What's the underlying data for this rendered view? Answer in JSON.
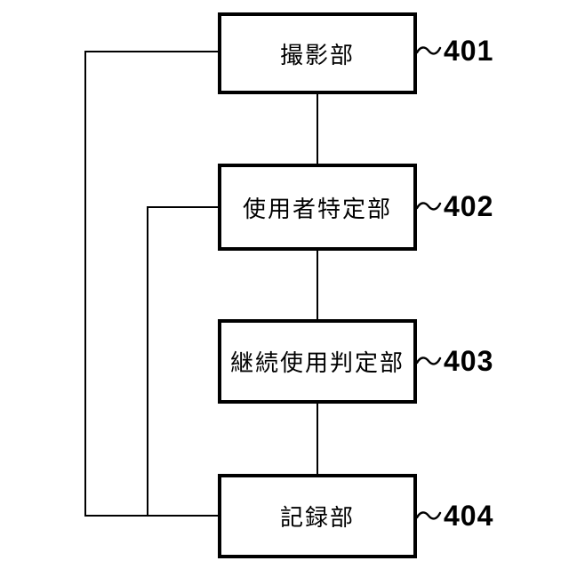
{
  "figure": {
    "type": "block-diagram",
    "background_color": "#ffffff",
    "line_color": "#000000",
    "blocks": [
      {
        "label": "撮影部",
        "ref": "401"
      },
      {
        "label": "使用者特定部",
        "ref": "402"
      },
      {
        "label": "継続使用判定部",
        "ref": "403"
      },
      {
        "label": "記録部",
        "ref": "404"
      }
    ],
    "connections": [
      {
        "from": "401",
        "to": "402",
        "style": "vertical-center"
      },
      {
        "from": "402",
        "to": "403",
        "style": "vertical-center"
      },
      {
        "from": "403",
        "to": "404",
        "style": "vertical-center"
      },
      {
        "from": "401",
        "to": "404",
        "style": "left-route-outer"
      },
      {
        "from": "402",
        "to": "404",
        "style": "left-route-inner"
      }
    ]
  }
}
